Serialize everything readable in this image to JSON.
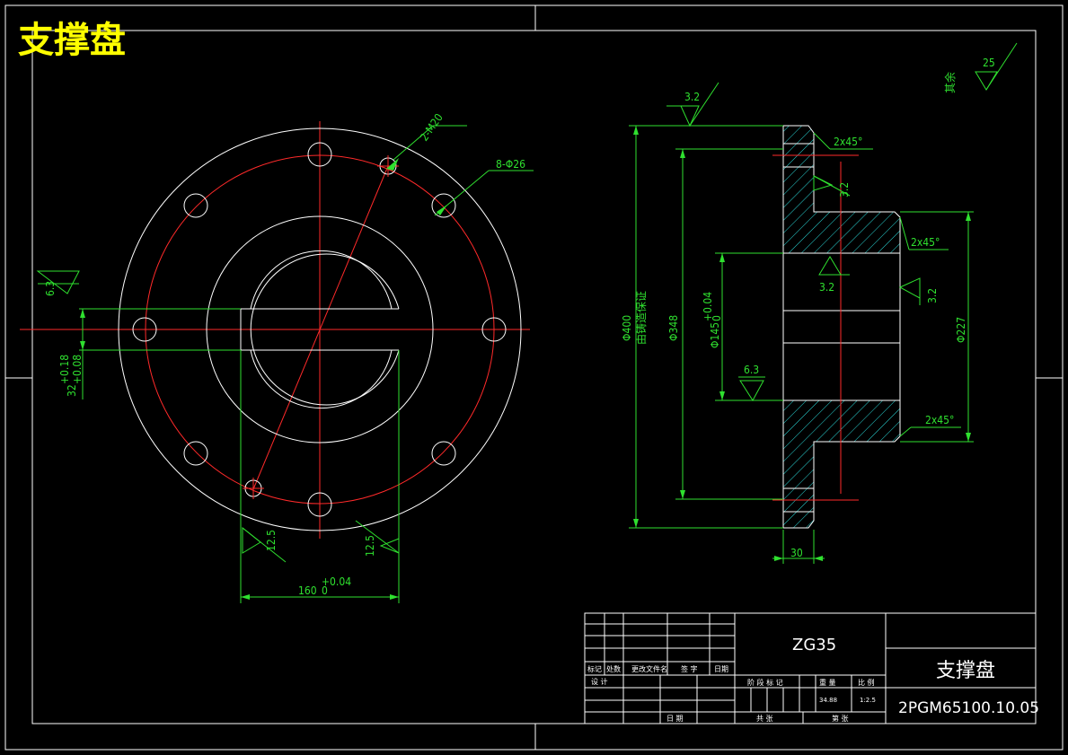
{
  "title_corner": "支撑盘",
  "colors": {
    "background": "#000000",
    "outline": "#ffffff",
    "dimension": "#2fe02f",
    "centerline": "#ff2a2a",
    "hatch": "#2ad7d7",
    "title_highlight": "#ffff00"
  },
  "front_view": {
    "callout_threaded": "2-M20",
    "callout_holes": "8-Φ26",
    "slot_roughness": "6.3",
    "slot_width": "32",
    "slot_width_tol_upper": "+0.18",
    "slot_width_tol_lower": "+0.08",
    "roughness_left_bottom": "12.5",
    "roughness_right_bottom": "12.5",
    "bottom_width": "160",
    "bottom_width_tol_upper": "+0.04",
    "bottom_width_tol_lower": "0"
  },
  "section_view": {
    "roughness_top": "3.2",
    "chamfer_top": "2x45°",
    "roughness_flange_face": "3.2",
    "chamfer_hub_top": "2x45°",
    "roughness_bore": "3.2",
    "roughness_hub_face": "3.2",
    "roughness_left": "6.3",
    "chamfer_hub_bottom": "2x45°",
    "dia_outer": "Φ400",
    "dia_outer_note": "由铸造保证",
    "dia_pcd": "Φ348",
    "dia_bore": "Φ145",
    "dia_bore_tol_upper": "+0.04",
    "dia_bore_tol_lower": "0",
    "dia_hub": "Φ227",
    "flange_thickness": "30",
    "other_surfaces_label": "其余",
    "other_surfaces_roughness": "25"
  },
  "title_block": {
    "material": "ZG35",
    "part_name": "支撑盘",
    "drawing_number": "2PGM65100.10.05",
    "rev_headers": [
      "标记",
      "处数",
      "更改文件名",
      "签 字",
      "日期"
    ],
    "design_label": "设 计",
    "date_label": "日 期",
    "stage_label": "阶 段 标 记",
    "weight_label": "重 量",
    "scale_label": "比 例",
    "weight_value": "34.88",
    "scale_value": "1:2.5",
    "total_sheets_label": "共 张",
    "sheet_label": "第 张"
  }
}
